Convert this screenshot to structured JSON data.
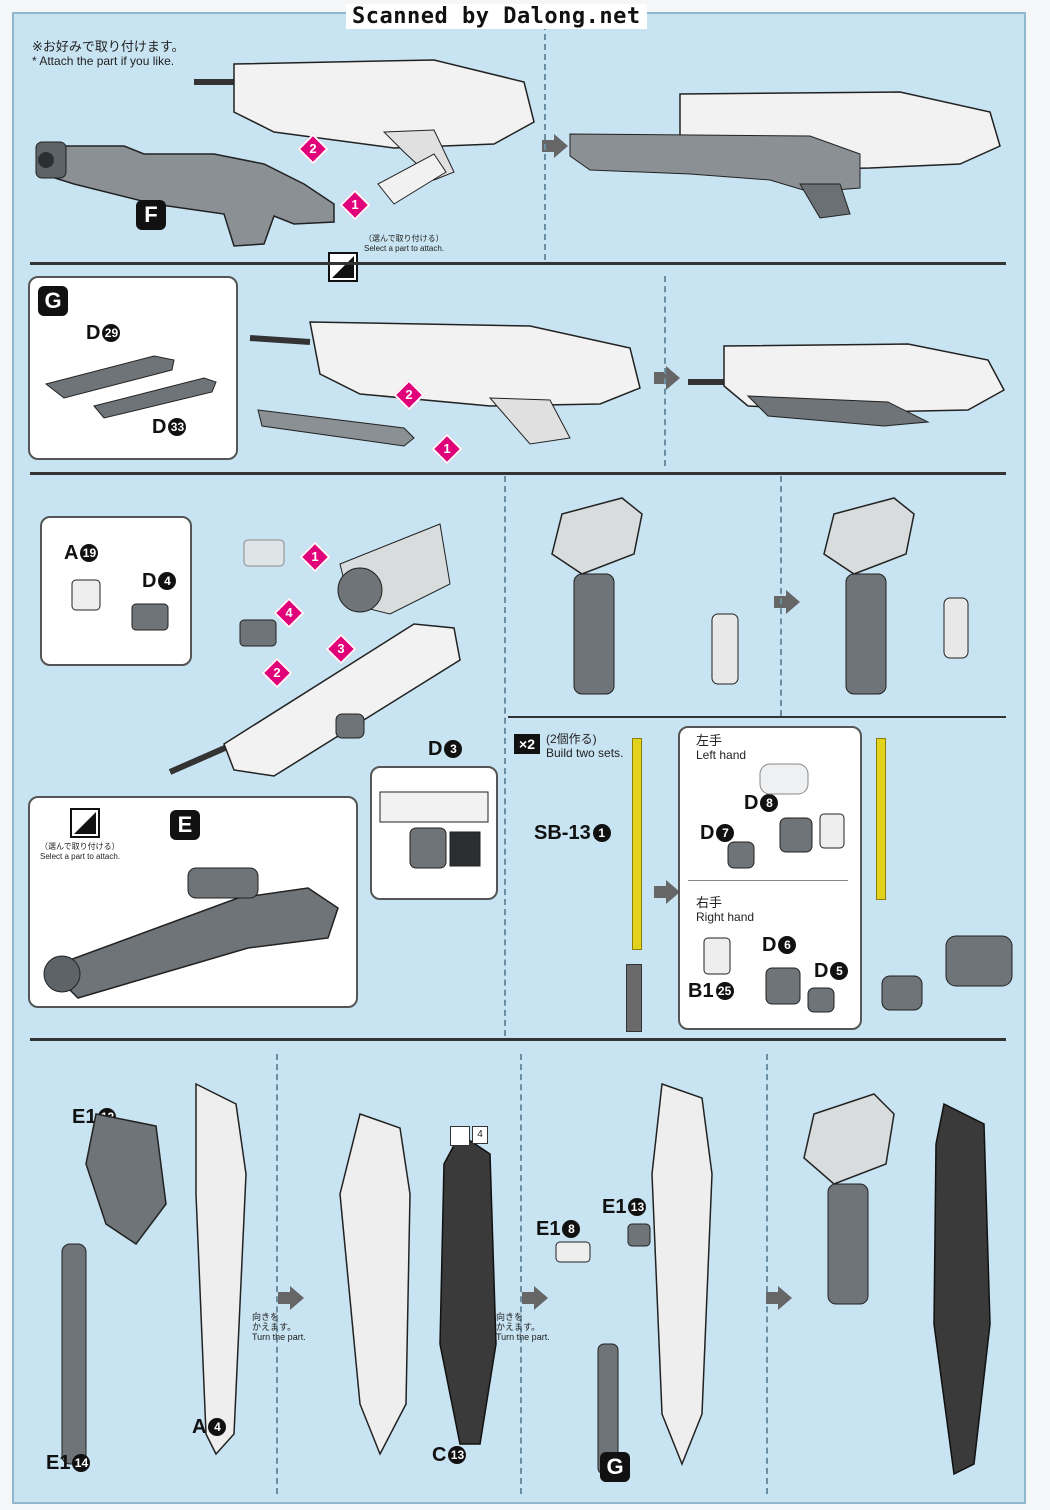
{
  "watermark": "Scanned by Dalong.net",
  "section1": {
    "note_jp": "※お好みで取り付けます。",
    "note_en": "* Attach the part if you like.",
    "sheet": "F",
    "choice_jp": "（選んで取り付ける）",
    "choice_en": "Select a part to attach.",
    "steps": [
      "1",
      "2"
    ]
  },
  "section2": {
    "sheet": "G",
    "parts": [
      {
        "sheet": "D",
        "num": "29"
      },
      {
        "sheet": "D",
        "num": "33"
      }
    ],
    "steps": [
      "1",
      "2"
    ]
  },
  "section3": {
    "parts": [
      {
        "sheet": "A",
        "num": "19"
      },
      {
        "sheet": "D",
        "num": "4"
      },
      {
        "sheet": "D",
        "num": "3"
      }
    ],
    "steps": [
      "1",
      "2",
      "3",
      "4"
    ],
    "choice_jp": "（選んで取り付ける）",
    "choice_en": "Select a part to attach.",
    "sheet": "E"
  },
  "section5": {
    "multiplier": "×2",
    "build_jp": "(2個作る)",
    "build_en": "Build two sets.",
    "stick": {
      "sheet": "SB-13",
      "num": "1"
    },
    "left_hand_jp": "左手",
    "left_hand_en": "Left hand",
    "right_hand_jp": "右手",
    "right_hand_en": "Right hand",
    "left_parts": [
      {
        "sheet": "D",
        "num": "8"
      },
      {
        "sheet": "D",
        "num": "7"
      }
    ],
    "right_parts": [
      {
        "sheet": "D",
        "num": "6"
      },
      {
        "sheet": "D",
        "num": "5"
      },
      {
        "sheet": "B1",
        "num": "25"
      }
    ]
  },
  "section6": {
    "parts_a": [
      {
        "sheet": "E1",
        "num": "12"
      },
      {
        "sheet": "E1",
        "num": "14"
      },
      {
        "sheet": "A",
        "num": "4"
      }
    ],
    "parts_b": [
      {
        "sheet": "C",
        "num": "13"
      }
    ],
    "seal_num": "4",
    "turn_jp": "向きを",
    "turn_jp2": "かえます。",
    "turn_en": "Turn the part.",
    "parts_c": [
      {
        "sheet": "E1",
        "num": "8"
      },
      {
        "sheet": "E1",
        "num": "13"
      }
    ],
    "sheet_g": "G"
  }
}
